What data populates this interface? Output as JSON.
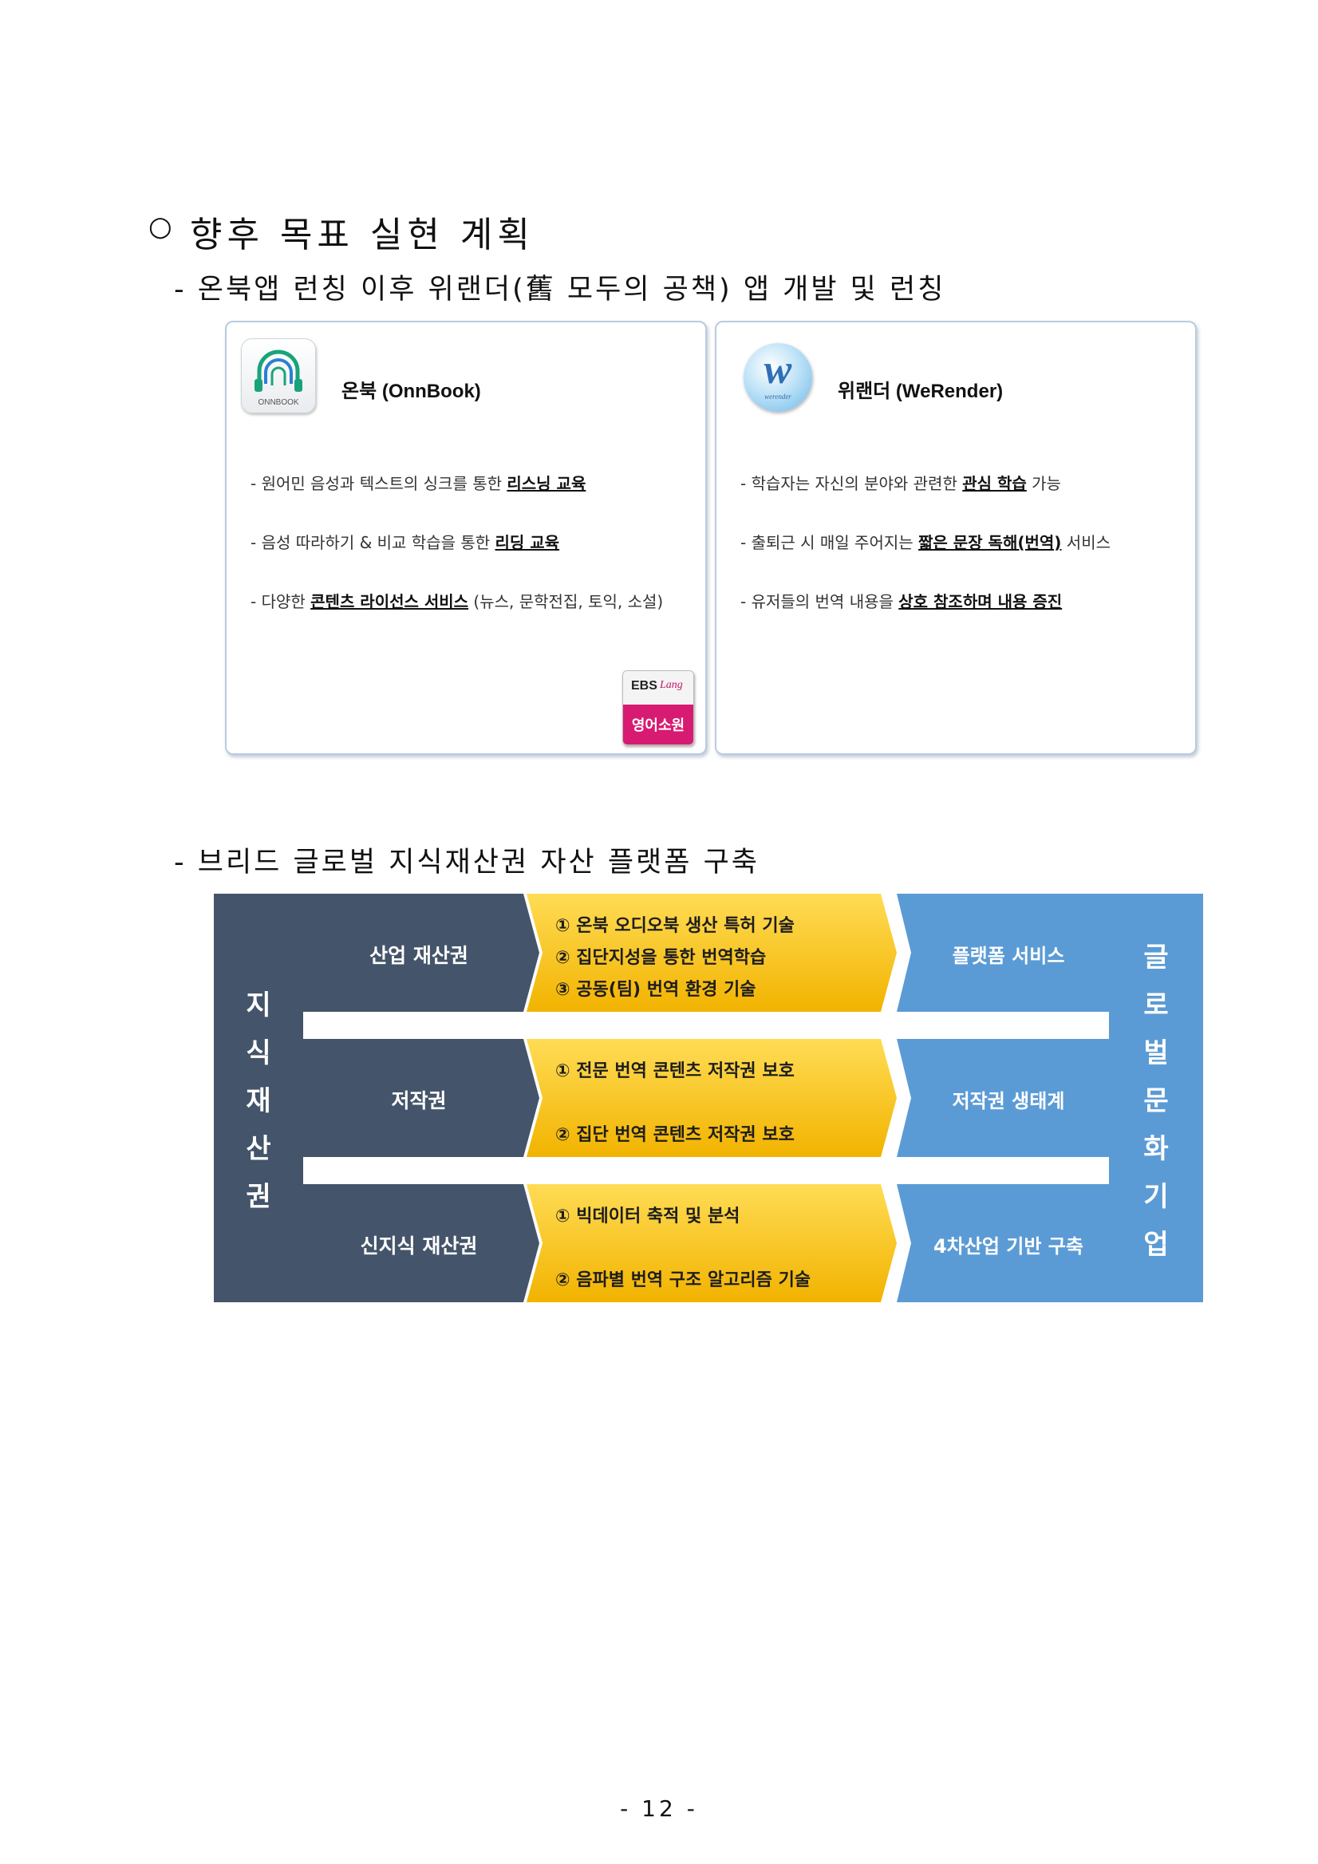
{
  "heading": {
    "bullet": "○",
    "title": "향후 목표 실현 계획"
  },
  "section1": {
    "subtitle": "- 온북앱 런칭 이후 위랜더(舊 모두의 공책) 앱 개발 및 런칭"
  },
  "onnbook": {
    "icon_label": "ONNBOOK",
    "title": "온북 (OnnBook)",
    "items": [
      {
        "prefix": "- 원어민 음성과 텍스트의 싱크를 통한 ",
        "bold": "리스닝 교육",
        "suffix": ""
      },
      {
        "prefix": "- 음성 따라하기 & 비교 학습을 통한 ",
        "bold": "리딩 교육",
        "suffix": ""
      },
      {
        "prefix": "- 다양한 ",
        "bold": "콘텐츠 라이선스 서비스",
        "suffix": " (뉴스, 문학전집, 토익, 소설)"
      }
    ],
    "badge_top": "EBS",
    "badge_script": "Lang",
    "badge_bottom": "영어소원"
  },
  "werender": {
    "logo_letter": "w",
    "logo_small": "werender",
    "title": "위랜더 (WeRender)",
    "items": [
      {
        "prefix": "- 학습자는 자신의 분야와 관련한 ",
        "bold": "관심 학습",
        "suffix": " 가능"
      },
      {
        "prefix": "- 출퇴근 시 매일 주어지는 ",
        "bold": "짧은 문장 독해(번역)",
        "suffix": " 서비스"
      },
      {
        "prefix": "- 유저들의 번역 내용을 ",
        "bold": "상호 참조하며 내용 증진",
        "suffix": ""
      }
    ]
  },
  "section2": {
    "subtitle": "- 브리드 글로벌 지식재산권 자산 플랫폼 구축"
  },
  "diagram": {
    "left_chars": [
      "지",
      "식",
      "재",
      "산",
      "권"
    ],
    "right_chars": [
      "글",
      "로",
      "벌",
      "문",
      "화",
      "기",
      "업"
    ],
    "rows": [
      {
        "category": "산업 재산권",
        "items": [
          "① 온북 오디오북 생산 특허 기술",
          "② 집단지성을 통한 번역학습",
          "③ 공동(팀) 번역 환경 기술"
        ],
        "result": "플랫폼 서비스"
      },
      {
        "category": "저작권",
        "items": [
          "① 전문 번역 콘텐츠 저작권 보호",
          "② 집단 번역 콘텐츠 저작권 보호"
        ],
        "result": "저작권 생태계"
      },
      {
        "category": "신지식 재산권",
        "items": [
          "① 빅데이터 축적 및 분석",
          "② 음파별 번역 구조 알고리즘 기술"
        ],
        "result": "4차산업 기반 구축"
      }
    ],
    "colors": {
      "dark": "#44546a",
      "yellow_top": "#ffd84a",
      "yellow_bottom": "#f4b400",
      "blue": "#5b9bd5"
    }
  },
  "page_number": "- 12 -"
}
